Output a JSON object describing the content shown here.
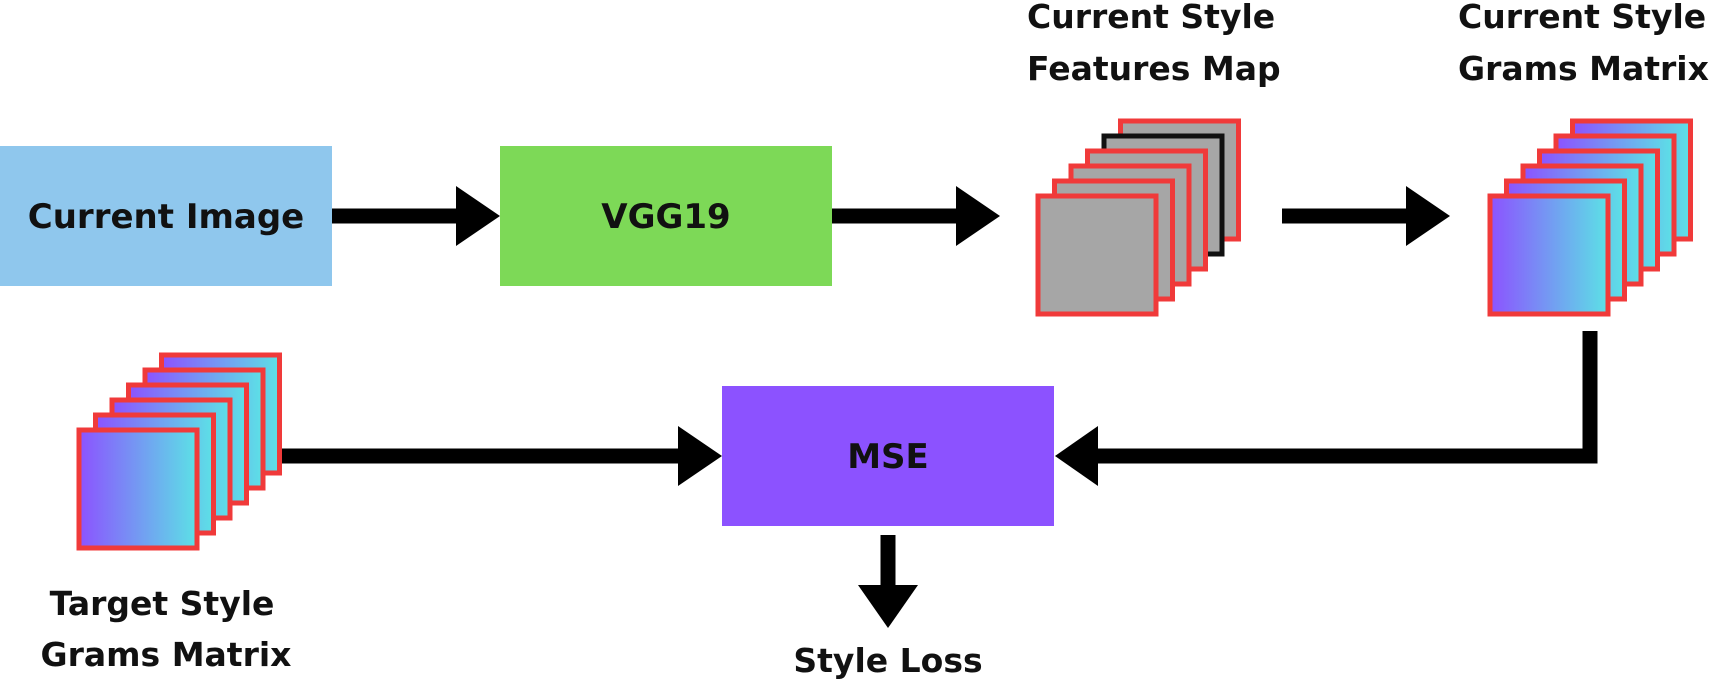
{
  "boxes": {
    "current_image": {
      "label": "Current Image",
      "color": "#8fc7ed"
    },
    "vgg": {
      "label": "VGG19",
      "color": "#7dd957"
    },
    "mse": {
      "label": "MSE",
      "color": "#8c52ff"
    }
  },
  "captions": {
    "features_map": [
      "Current Style",
      "Features Map"
    ],
    "current_grams": [
      "Current Style",
      "Grams Matrix"
    ],
    "target_grams": [
      "Target Style",
      "Grams Matrix"
    ],
    "style_loss": "Style Loss"
  },
  "colors": {
    "arrow": "#000000",
    "stack_border": "#f03a3a",
    "feature_fill": "#a6a6a6",
    "feature_dark_border": "#111111",
    "gram_gradient_start": "#8c52ff",
    "gram_gradient_end": "#5ce1e6"
  },
  "icons": {
    "feature_stack": "feature-map-stack-icon",
    "gram_stack": "gram-matrix-stack-icon"
  }
}
